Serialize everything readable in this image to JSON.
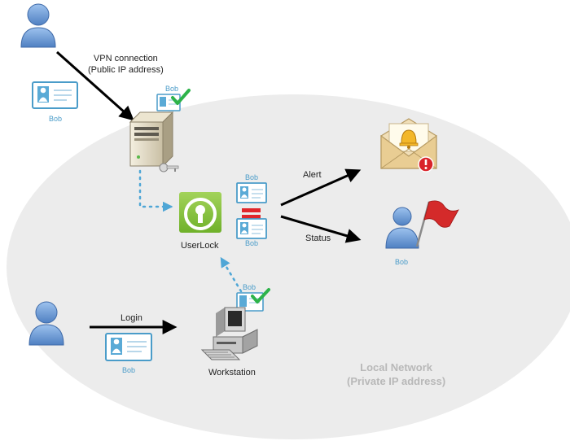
{
  "labels": {
    "vpn_line1": "VPN connection",
    "vpn_line2": "(Public IP address)",
    "alert": "Alert",
    "status": "Status",
    "login": "Login",
    "userlock": "UserLock",
    "workstation": "Workstation",
    "network_line1": "Local Network",
    "network_line2": "(Private IP address)"
  },
  "badges": {
    "card_left": "Bob",
    "card_server": "Bob",
    "card_top_middle": "Bob",
    "card_bottom_middle": "Bob",
    "flag_user": "Bob",
    "card_workstation": "Bob",
    "card_login": "Bob"
  },
  "colors": {
    "network_fill": "#ececec",
    "userlock_green": "#8dc63f",
    "user_blue": "#6f9fd8",
    "card_outline": "#4a9cc9",
    "check_green": "#2db34a",
    "stop_red": "#e0262b",
    "dotted_arrow": "#4fa6d6"
  }
}
